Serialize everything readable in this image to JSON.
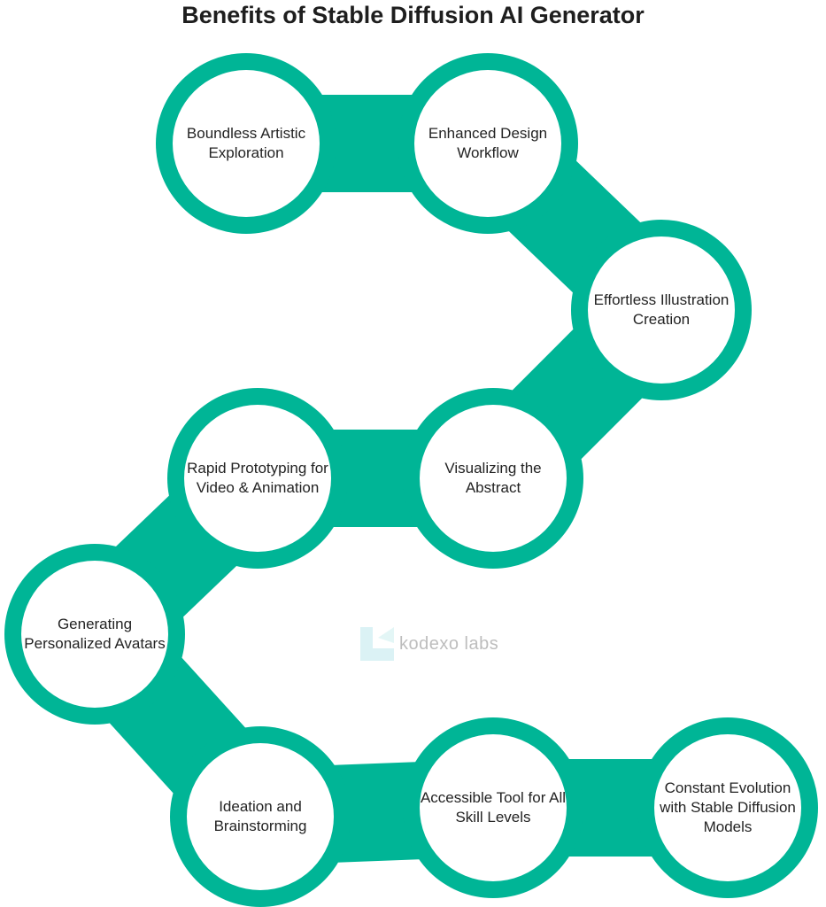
{
  "title": "Benefits of Stable Diffusion AI Generator",
  "accent_color": "#00b596",
  "watermark": "kodexo labs",
  "benefits": [
    {
      "label": "Boundless Artistic Exploration"
    },
    {
      "label": "Enhanced Design Workflow"
    },
    {
      "label": "Effortless Illustration Creation"
    },
    {
      "label": "Visualizing the Abstract"
    },
    {
      "label": "Rapid Prototyping for Video & Animation"
    },
    {
      "label": "Generating Personalized Avatars"
    },
    {
      "label": "Ideation and Brainstorming"
    },
    {
      "label": "Accessible Tool for All Skill Levels"
    },
    {
      "label": "Constant Evolution with Stable Diffusion Models"
    }
  ]
}
